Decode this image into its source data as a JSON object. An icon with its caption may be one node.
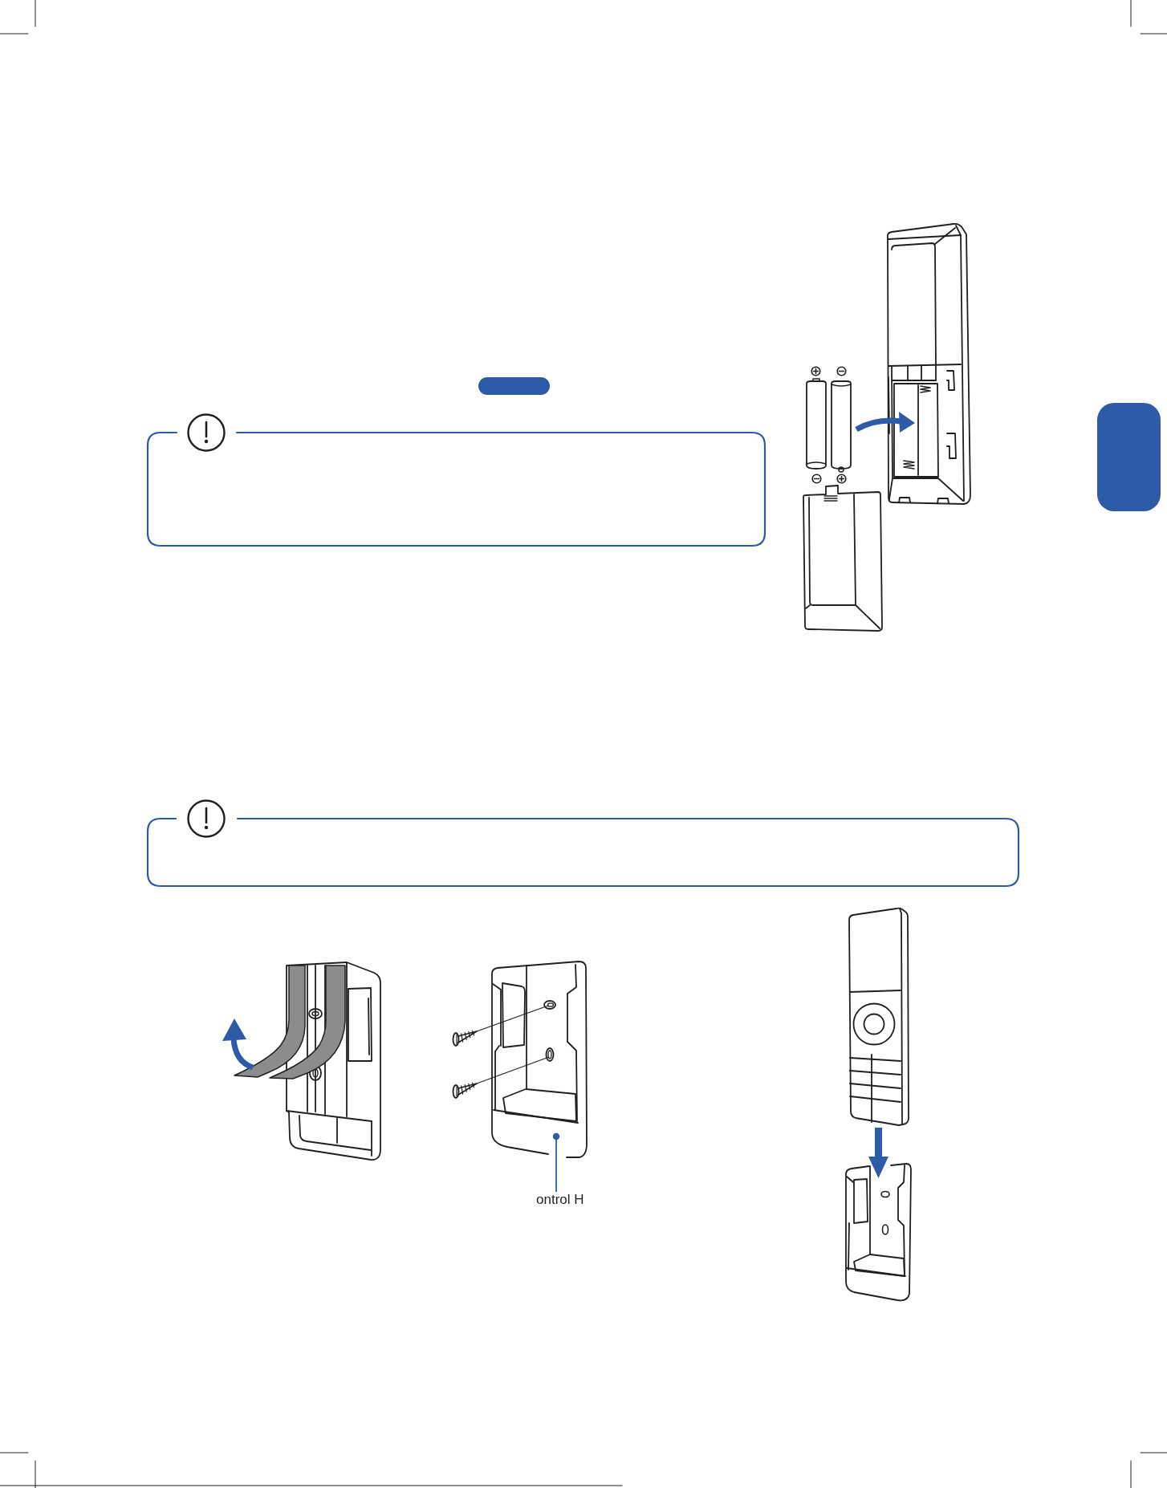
{
  "diagram": {
    "nodes": [
      {
        "text": [],
        "shape": "bar"
      },
      {
        "text": [],
        "shape": "box"
      },
      {
        "text": [],
        "shape": "picture"
      },
      {
        "text": [
          "ontrol H"
        ]
      }
    ],
    "edges": [
      {
        "from": 3,
        "to": 2,
        "arrow": "other"
      }
    ]
  }
}
